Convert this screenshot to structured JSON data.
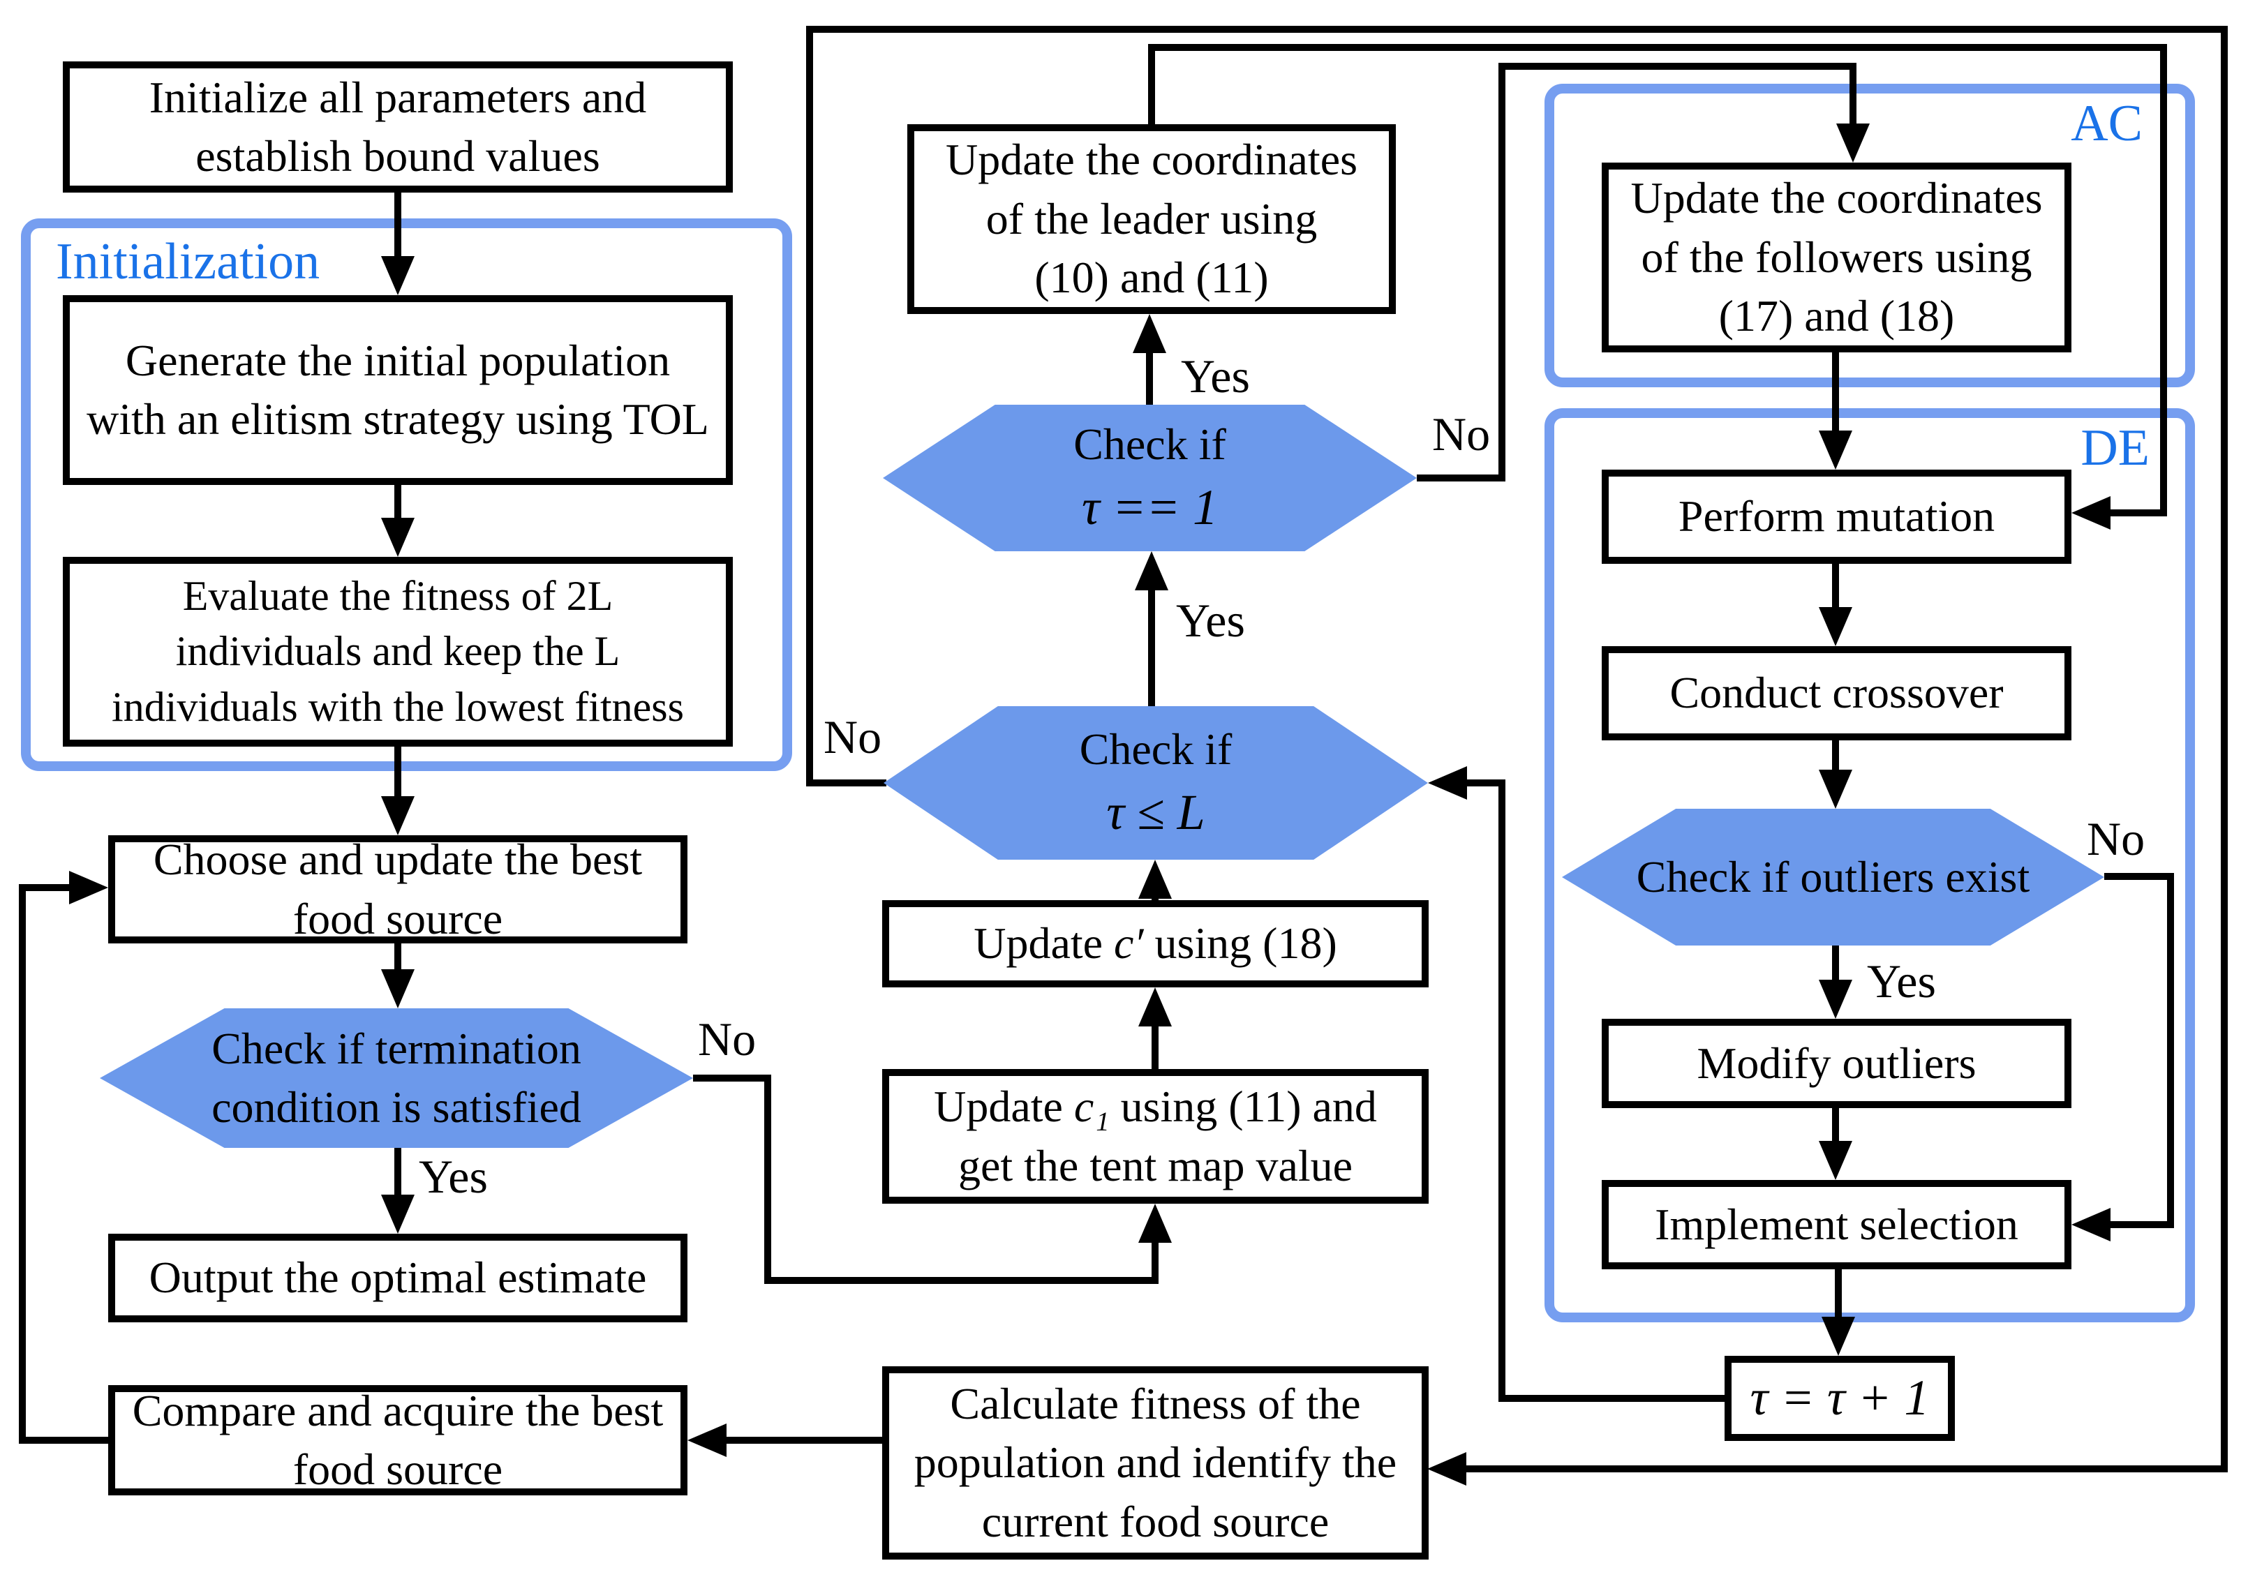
{
  "colors": {
    "hex-fill": "#6C99EB",
    "frame-blue": "#769EF0",
    "label-blue": "#1A72E8",
    "line-black": "#000000"
  },
  "nodes": {
    "init_params": {
      "label": "Initialize all parameters and\nestablish bound values"
    },
    "generate_population": {
      "label": "Generate the initial population\nwith an elitism strategy using TOL"
    },
    "evaluate_fitness": {
      "label": "Evaluate the fitness of 2L\nindividuals and keep the L\nindividuals with the lowest fitness"
    },
    "choose_food": {
      "label": "Choose and update the best\nfood source"
    },
    "output_estimate": {
      "label": "Output the optimal estimate"
    },
    "compare_food": {
      "label": "Compare and acquire the best\nfood source"
    },
    "update_leader": {
      "label": "Update the coordinates\nof the leader using\n(10) and (11)"
    },
    "update_c_prime": {
      "pre": "Update ",
      "sym": "c′",
      "post": " using (18)"
    },
    "update_c1": {
      "pre": "Update ",
      "sym": "c₁",
      "post": " using (11) and",
      "line2": "get the tent map value"
    },
    "calc_fitness": {
      "label": "Calculate fitness of the\npopulation and identify the\ncurrent food source"
    },
    "update_followers": {
      "label": "Update the coordinates\nof the followers using\n(17) and (18)"
    },
    "perform_mutation": {
      "label": "Perform mutation"
    },
    "conduct_crossover": {
      "label": "Conduct crossover"
    },
    "modify_outliers": {
      "label": "Modify outliers"
    },
    "implement_selection": {
      "label": "Implement selection"
    },
    "tau_increment": {
      "label": "τ = τ + 1"
    }
  },
  "decisions": {
    "termination": {
      "label": "Check if termination\ncondition is satisfied"
    },
    "tau_eq_1": {
      "line1": "Check if",
      "line2": "τ == 1"
    },
    "tau_leq_L": {
      "line1": "Check if",
      "line2": "τ ≤ L"
    },
    "outliers": {
      "label": "Check if outliers exist"
    }
  },
  "groups": {
    "initialization": "Initialization",
    "ac": "AC",
    "de": "DE"
  },
  "edge_labels": {
    "termination_yes": "Yes",
    "termination_no": "No",
    "tau_eq_1_yes": "Yes",
    "tau_eq_1_no": "No",
    "tau_leq_L_yes": "Yes",
    "tau_leq_L_no": "No",
    "outliers_yes": "Yes",
    "outliers_no": "No"
  }
}
